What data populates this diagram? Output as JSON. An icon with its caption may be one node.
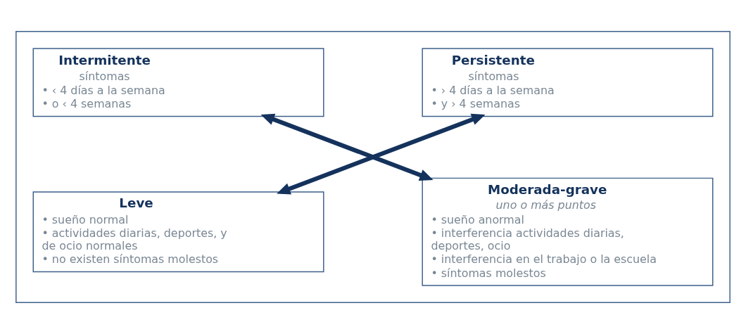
{
  "diagram": {
    "nodes": [
      {
        "text": [],
        "shape": "box"
      },
      {
        "text": [
          "Intermitente",
          "síntomas",
          "• ‹ 4 días a la semana",
          "• o ‹ 4 semanas"
        ],
        "in": 0
      },
      {
        "text": [
          "Persistente",
          "síntomas",
          "• › 4 días a la semana",
          "• y › 4 semanas"
        ],
        "in": 0
      },
      {
        "text": [
          "Leve",
          "• sueño normal",
          "• actividades diarias, deportes, y de ocio normales",
          "• no existen síntomas molestos"
        ],
        "in": 0
      },
      {
        "text": [
          "Moderada-grave",
          "uno o más puntos",
          "• sueño anormal",
          "• interferencia actividades diarias, deportes, ocio",
          "• interferencia en el trabajo o la escuela",
          "• síntomas molestos"
        ],
        "in": 0
      }
    ],
    "edges": [
      {
        "from": 1,
        "to": 4,
        "arrow": "both"
      },
      {
        "from": 3,
        "to": 2,
        "arrow": "both"
      }
    ]
  }
}
